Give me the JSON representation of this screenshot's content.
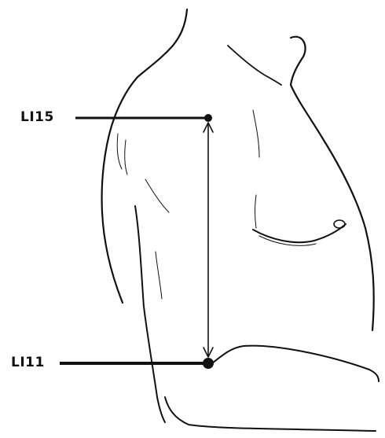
{
  "points": [
    {
      "id": "li15",
      "label": "LI15"
    },
    {
      "id": "li11",
      "label": "LI11"
    }
  ],
  "colors": {
    "ink": "#111111",
    "background": "#ffffff"
  }
}
